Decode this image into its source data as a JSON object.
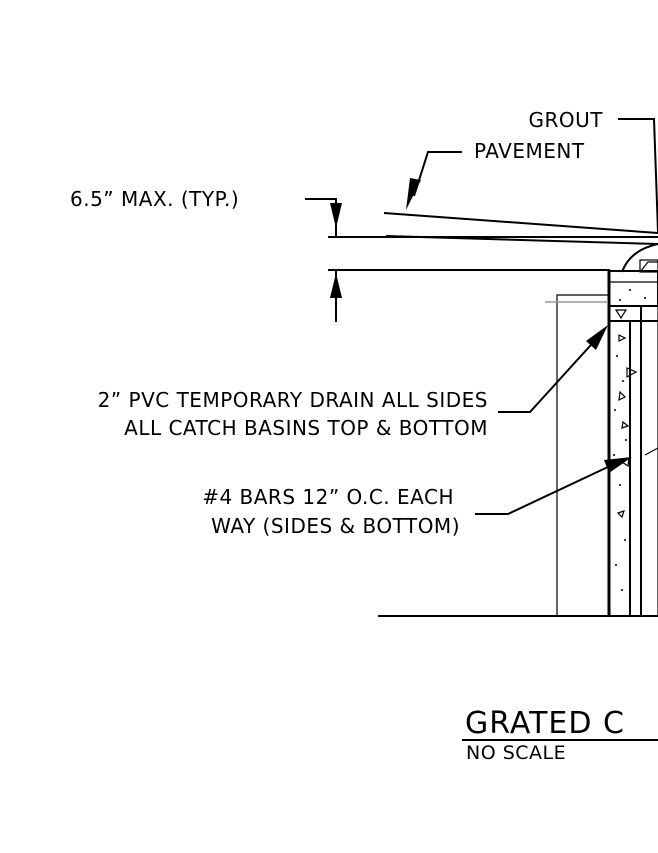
{
  "labels": {
    "grout": "GROUT",
    "pavement": "PAVEMENT",
    "max_depth": "6.5” MAX. (TYP.)",
    "pvc_line1": "2” PVC TEMPORARY DRAIN ALL SIDES",
    "pvc_line2": "ALL CATCH BASINS TOP & BOTTOM",
    "bars_line1": "#4 BARS 12” O.C. EACH",
    "bars_line2": "WAY (SIDES & BOTTOM)"
  },
  "title": {
    "main": "GRATED  C",
    "scale": "NO SCALE"
  }
}
